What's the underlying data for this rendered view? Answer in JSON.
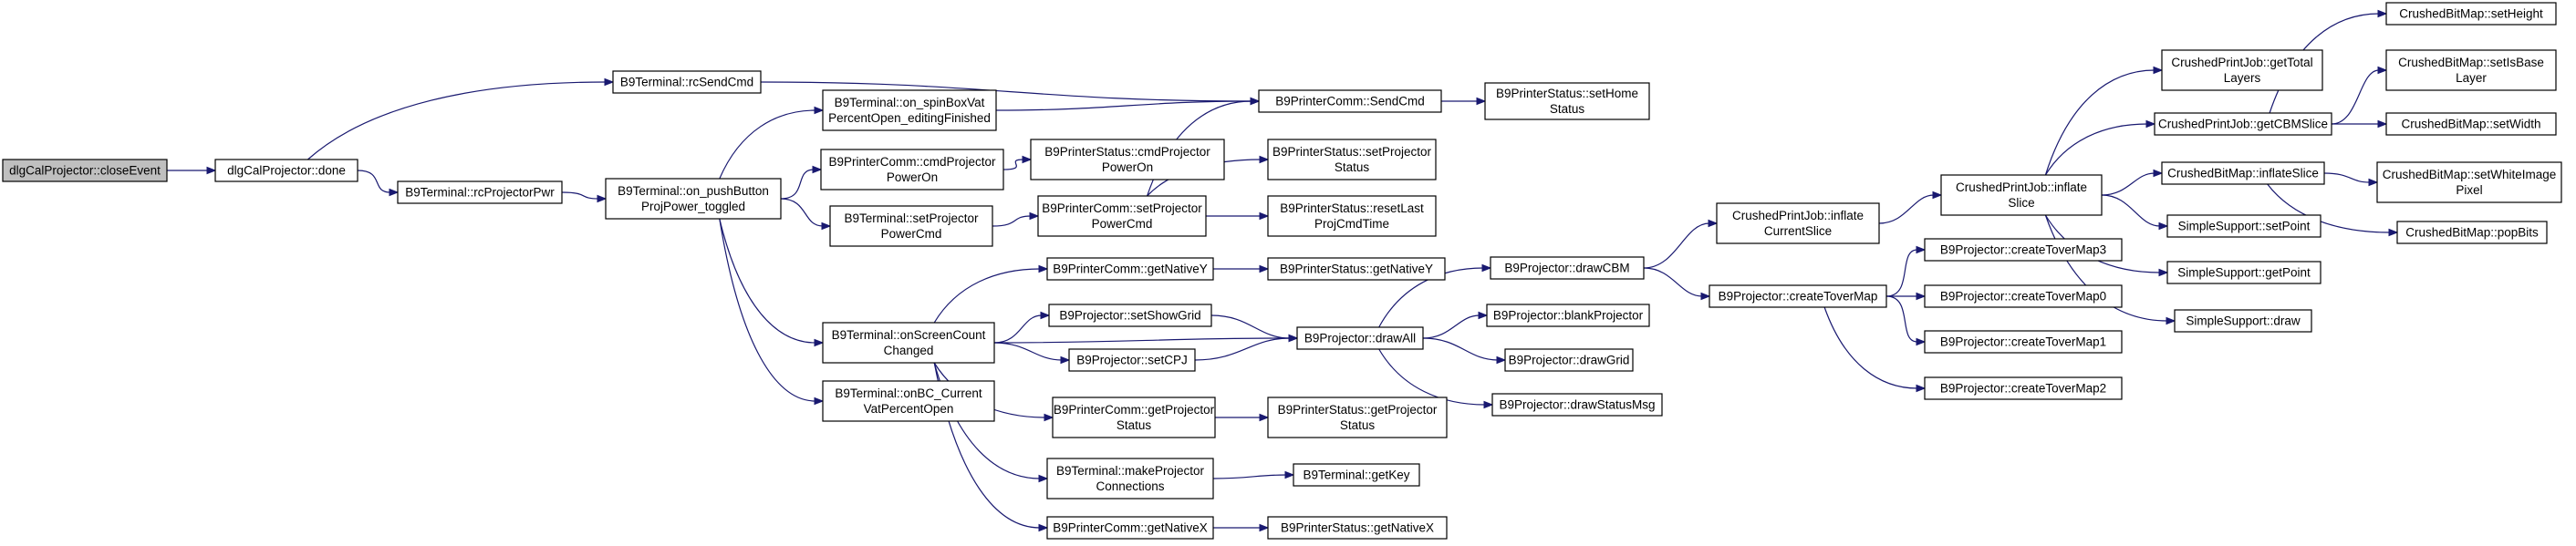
{
  "colors": {
    "edge": "#191970",
    "root_fill": "#bfbfbf",
    "node_fill": "#ffffff",
    "border": "#000000"
  },
  "nodes": [
    {
      "id": "n0",
      "lines": [
        "dlgCalProjector::closeEvent"
      ],
      "root": true
    },
    {
      "id": "n1",
      "lines": [
        "dlgCalProjector::done"
      ]
    },
    {
      "id": "n2",
      "lines": [
        "B9Terminal::rcSendCmd"
      ]
    },
    {
      "id": "n3",
      "lines": [
        "B9Terminal::rcProjectorPwr"
      ]
    },
    {
      "id": "n4",
      "lines": [
        "B9PrinterComm::SendCmd"
      ]
    },
    {
      "id": "n5",
      "lines": [
        "B9Terminal::on_pushButton",
        "ProjPower_toggled"
      ]
    },
    {
      "id": "n6",
      "lines": [
        "B9Terminal::on_spinBoxVat",
        "PercentOpen_editingFinished"
      ]
    },
    {
      "id": "n7",
      "lines": [
        "B9PrinterComm::cmdProjector",
        "PowerOn"
      ]
    },
    {
      "id": "n8",
      "lines": [
        "B9Terminal::setProjector",
        "PowerCmd"
      ]
    },
    {
      "id": "n9",
      "lines": [
        "B9Terminal::onScreenCount",
        "Changed"
      ]
    },
    {
      "id": "n10",
      "lines": [
        "B9Terminal::onBC_Current",
        "VatPercentOpen"
      ]
    },
    {
      "id": "n11",
      "lines": [
        "B9PrinterStatus::setHome",
        "Status"
      ]
    },
    {
      "id": "n12",
      "lines": [
        "B9PrinterStatus::cmdProjector",
        "PowerOn"
      ]
    },
    {
      "id": "n13",
      "lines": [
        "B9PrinterComm::setProjector",
        "PowerCmd"
      ]
    },
    {
      "id": "n14",
      "lines": [
        "B9PrinterStatus::setProjector",
        "Status"
      ]
    },
    {
      "id": "n15",
      "lines": [
        "B9PrinterStatus::resetLast",
        "ProjCmdTime"
      ]
    },
    {
      "id": "n16",
      "lines": [
        "B9PrinterComm::getNativeY"
      ]
    },
    {
      "id": "n17",
      "lines": [
        "B9PrinterStatus::getNativeY"
      ]
    },
    {
      "id": "n18",
      "lines": [
        "B9Projector::setShowGrid"
      ]
    },
    {
      "id": "n19",
      "lines": [
        "B9Projector::setCPJ"
      ]
    },
    {
      "id": "n20",
      "lines": [
        "B9Projector::drawAll"
      ]
    },
    {
      "id": "n21",
      "lines": [
        "B9PrinterComm::getProjector",
        "Status"
      ]
    },
    {
      "id": "n22",
      "lines": [
        "B9PrinterStatus::getProjector",
        "Status"
      ]
    },
    {
      "id": "n23",
      "lines": [
        "B9Terminal::makeProjector",
        "Connections"
      ]
    },
    {
      "id": "n24",
      "lines": [
        "B9Terminal::getKey"
      ]
    },
    {
      "id": "n25",
      "lines": [
        "B9PrinterComm::getNativeX"
      ]
    },
    {
      "id": "n26",
      "lines": [
        "B9PrinterStatus::getNativeX"
      ]
    },
    {
      "id": "n27",
      "lines": [
        "B9Projector::drawCBM"
      ]
    },
    {
      "id": "n28",
      "lines": [
        "B9Projector::blankProjector"
      ]
    },
    {
      "id": "n29",
      "lines": [
        "B9Projector::drawGrid"
      ]
    },
    {
      "id": "n30",
      "lines": [
        "B9Projector::drawStatusMsg"
      ]
    },
    {
      "id": "n31",
      "lines": [
        "CrushedPrintJob::inflate",
        "CurrentSlice"
      ]
    },
    {
      "id": "n32",
      "lines": [
        "B9Projector::createToverMap"
      ]
    },
    {
      "id": "n33",
      "lines": [
        "CrushedPrintJob::inflate",
        "Slice"
      ]
    },
    {
      "id": "n34",
      "lines": [
        "B9Projector::createToverMap3"
      ]
    },
    {
      "id": "n35",
      "lines": [
        "B9Projector::createToverMap0"
      ]
    },
    {
      "id": "n36",
      "lines": [
        "B9Projector::createToverMap1"
      ]
    },
    {
      "id": "n37",
      "lines": [
        "B9Projector::createToverMap2"
      ]
    },
    {
      "id": "n38",
      "lines": [
        "CrushedPrintJob::getTotal",
        "Layers"
      ]
    },
    {
      "id": "n39",
      "lines": [
        "CrushedPrintJob::getCBMSlice"
      ]
    },
    {
      "id": "n40",
      "lines": [
        "CrushedBitMap::inflateSlice"
      ]
    },
    {
      "id": "n41",
      "lines": [
        "SimpleSupport::setPoint"
      ]
    },
    {
      "id": "n42",
      "lines": [
        "SimpleSupport::getPoint"
      ]
    },
    {
      "id": "n43",
      "lines": [
        "SimpleSupport::draw"
      ]
    },
    {
      "id": "n44",
      "lines": [
        "CrushedBitMap::setHeight"
      ]
    },
    {
      "id": "n45",
      "lines": [
        "CrushedBitMap::setIsBase",
        "Layer"
      ]
    },
    {
      "id": "n46",
      "lines": [
        "CrushedBitMap::setWidth"
      ]
    },
    {
      "id": "n47",
      "lines": [
        "CrushedBitMap::setWhiteImage",
        "Pixel"
      ]
    },
    {
      "id": "n48",
      "lines": [
        "CrushedBitMap::popBits"
      ]
    }
  ],
  "edges": [
    [
      "n0",
      "n1"
    ],
    [
      "n1",
      "n2"
    ],
    [
      "n1",
      "n3"
    ],
    [
      "n2",
      "n4"
    ],
    [
      "n3",
      "n5"
    ],
    [
      "n5",
      "n6"
    ],
    [
      "n5",
      "n7"
    ],
    [
      "n5",
      "n8"
    ],
    [
      "n5",
      "n9"
    ],
    [
      "n5",
      "n10"
    ],
    [
      "n6",
      "n4"
    ],
    [
      "n4",
      "n11"
    ],
    [
      "n7",
      "n12"
    ],
    [
      "n8",
      "n13"
    ],
    [
      "n13",
      "n4"
    ],
    [
      "n13",
      "n14"
    ],
    [
      "n13",
      "n15"
    ],
    [
      "n9",
      "n16"
    ],
    [
      "n9",
      "n18"
    ],
    [
      "n9",
      "n19"
    ],
    [
      "n9",
      "n20"
    ],
    [
      "n9",
      "n21"
    ],
    [
      "n9",
      "n23"
    ],
    [
      "n9",
      "n25"
    ],
    [
      "n16",
      "n17"
    ],
    [
      "n18",
      "n20"
    ],
    [
      "n19",
      "n20"
    ],
    [
      "n21",
      "n22"
    ],
    [
      "n23",
      "n24"
    ],
    [
      "n25",
      "n26"
    ],
    [
      "n20",
      "n27"
    ],
    [
      "n20",
      "n28"
    ],
    [
      "n20",
      "n29"
    ],
    [
      "n20",
      "n30"
    ],
    [
      "n27",
      "n31"
    ],
    [
      "n27",
      "n32"
    ],
    [
      "n31",
      "n33"
    ],
    [
      "n32",
      "n34"
    ],
    [
      "n32",
      "n35"
    ],
    [
      "n32",
      "n36"
    ],
    [
      "n32",
      "n37"
    ],
    [
      "n33",
      "n38"
    ],
    [
      "n33",
      "n39"
    ],
    [
      "n33",
      "n40"
    ],
    [
      "n33",
      "n41"
    ],
    [
      "n33",
      "n42"
    ],
    [
      "n33",
      "n43"
    ],
    [
      "n39",
      "n44"
    ],
    [
      "n39",
      "n45"
    ],
    [
      "n39",
      "n46"
    ],
    [
      "n40",
      "n47"
    ],
    [
      "n40",
      "n48"
    ]
  ]
}
